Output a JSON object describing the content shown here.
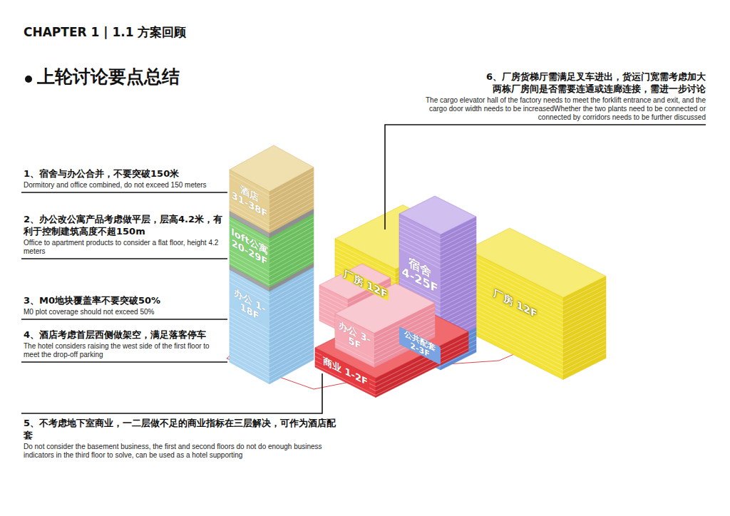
{
  "diagram": {
    "title": "上轮讨论要点总结",
    "nodes": [
      {
        "text": [
          "酒店 31-38F"
        ]
      },
      {
        "text": [
          "loft公寓 20-29F"
        ]
      },
      {
        "text": [
          "办公 1-18F"
        ]
      },
      {
        "text": [
          "厂房 12F"
        ]
      },
      {
        "text": [
          "宿舍 4-25F"
        ]
      },
      {
        "text": [
          "厂房 12F"
        ]
      },
      {
        "text": [
          "办公 3-5F"
        ]
      },
      {
        "text": [
          "商业 1-2F"
        ]
      },
      {
        "text": [
          "公共配套 2-3F"
        ]
      }
    ],
    "labels": [
      "CHAPTER 1 | 1.1 方案回顾",
      "1、宿舍与办公合并，不要突破150米",
      "Dormitory and office combined, do not exceed 150 meters",
      "2、办公改公寓产品考虑做平层，层高4.2米，有利于控制建筑高度不超150m",
      "Office to apartment products to consider a flat floor, height 4.2 meters",
      "3、M0地块覆盖率不要突破50%",
      "M0 plot coverage should not exceed 50%",
      "4、酒店考虑首层西侧做架空，满足落客停车",
      "The hotel considers raising the west side of the first floor to meet the drop-off parking",
      "5、不考虑地下室商业，一二层做不足的商业指标在三层解决，可作为酒店配套",
      "Do not consider the basement business, the first and second floors do not do enough business indicators in the third floor to solve, can be used as a hotel supporting",
      "6、厂房货梯厅需满足叉车进出，货运门宽需考虑加大 两栋厂房间是否需要连通或连廊连接，需进一步讨论",
      "The cargo elevator hall of the factory needs to meet the forklift entrance and exit, and the cargo door width needs to be increasedWhether the two plants need to be connected or connected by corridors needs to be further discussed"
    ]
  }
}
